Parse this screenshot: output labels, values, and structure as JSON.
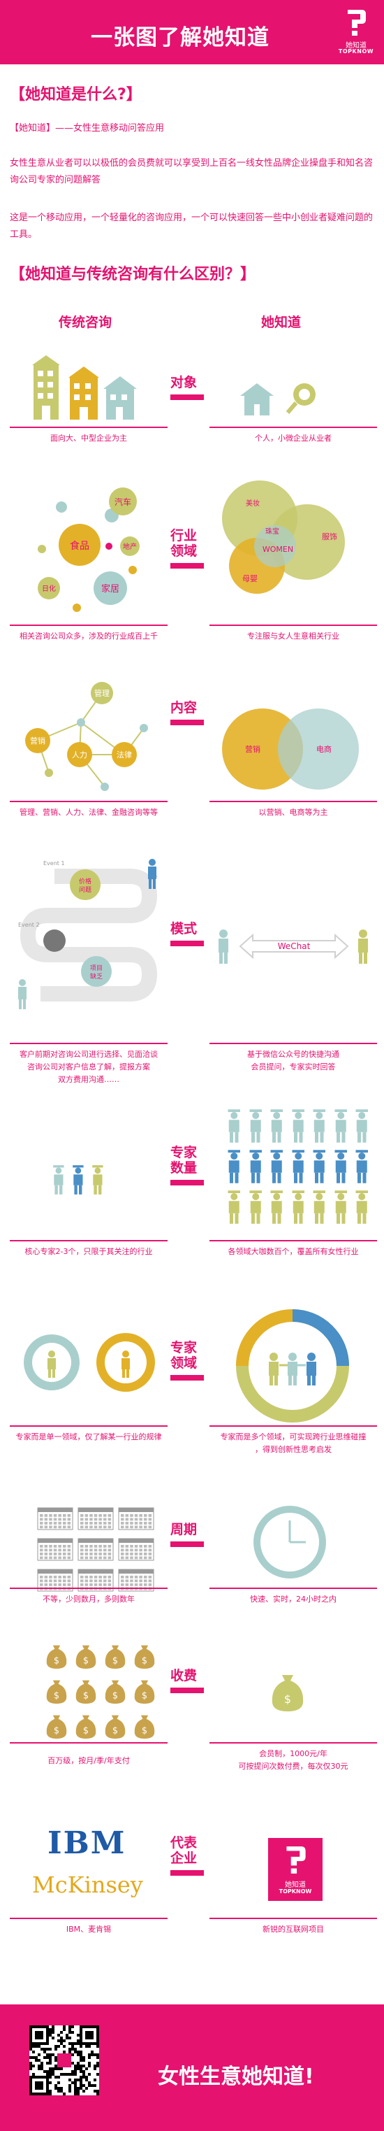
{
  "header": {
    "title": "一张图了解她知道",
    "logo_cn": "她知道",
    "logo_en": "TOPKNOW"
  },
  "intro": {
    "question1": "【她知道是什么?】",
    "line1": "【她知道】——女性生意移动问答应用",
    "para1": "女性生意从业者可以以极低的会员费就可以享受到上百名一线女性品牌企业操盘手和知名咨询公司专家的问题解答",
    "para2": "这是一个移动应用，一个轻量化的咨询应用，一个可以快速回答一些中小创业者疑难问题的工具。",
    "question2": "【她知道与传统咨询有什么区别？】",
    "col_left": "传统咨询",
    "col_right": "她知道"
  },
  "sections": {
    "target": {
      "label": "对象",
      "left_caption": "面向大、中型企业为主",
      "right_caption": "个人，小微企业从业者"
    },
    "industry": {
      "label_line1": "行业",
      "label_line2": "领域",
      "bubbles": [
        "汽车",
        "食品",
        "地产",
        "日化",
        "家居"
      ],
      "venn": [
        "美妆",
        "珠宝",
        "服饰",
        "母婴",
        "WOMEN"
      ],
      "left_caption": "相关咨询公司众多，涉及的行业成百上千",
      "right_caption": "专注服与女人生意相关行业"
    },
    "content": {
      "label": "内容",
      "nodes": [
        "管理",
        "营销",
        "人力",
        "法律"
      ],
      "venn": [
        "营销",
        "电商"
      ],
      "left_caption": "管理、营销、人力、法律、金融咨询等等",
      "right_caption": "以营销、电商等为主"
    },
    "mode": {
      "label": "模式",
      "events": [
        "Event 1",
        "Event 2"
      ],
      "steps": [
        "价格\n问题",
        "项目\n缺乏"
      ],
      "wechat": "WeChat",
      "left_caption": [
        "客户前期对咨询公司进行选择、见面洽谈",
        "咨询公司对客户信息了解，提报方案",
        "双方费用沟通……"
      ],
      "right_caption": [
        "基于微信公众号的快捷沟通",
        "会员提问，专家实时回答"
      ]
    },
    "experts": {
      "label_line1": "专家",
      "label_line2": "数量",
      "left_caption": "核心专家2-3个，只限于其关注的行业",
      "right_caption": "各领域大咖数百个，覆盖所有女性行业"
    },
    "field": {
      "label_line1": "专家",
      "label_line2": "领域",
      "left_caption": "专家而是单一领域，仅了解某一行业的规律",
      "right_caption": [
        "专家而是多个领域，可实现跨行业思维碰撞",
        "，得到创新性思考启发"
      ]
    },
    "cycle": {
      "label": "周期",
      "left_caption": "不等，少则数月，多则数年",
      "right_caption": "快速、实时，24小时之内"
    },
    "fee": {
      "label": "收费",
      "left_caption": "百万级，按月/季/年支付",
      "right_caption": [
        "会员制，1000元/年",
        "可按提问次数付费，每次仅30元"
      ]
    },
    "companies": {
      "label_line1": "代表",
      "label_line2": "企业",
      "ibm": "IBM",
      "mckinsey": "McKinsey",
      "left_caption": "IBM、麦肯锡",
      "right_caption": "新锐的互联网项目",
      "logo_cn": "她知道",
      "logo_en": "TOPKNOW"
    }
  },
  "footer": {
    "slogan": "女性生意她知道!"
  },
  "colors": {
    "brand": "#e5126f",
    "gold": "#e3b128",
    "olive": "#c7c96d",
    "teal": "#a9cfcd",
    "blue": "#4a8fc6"
  }
}
